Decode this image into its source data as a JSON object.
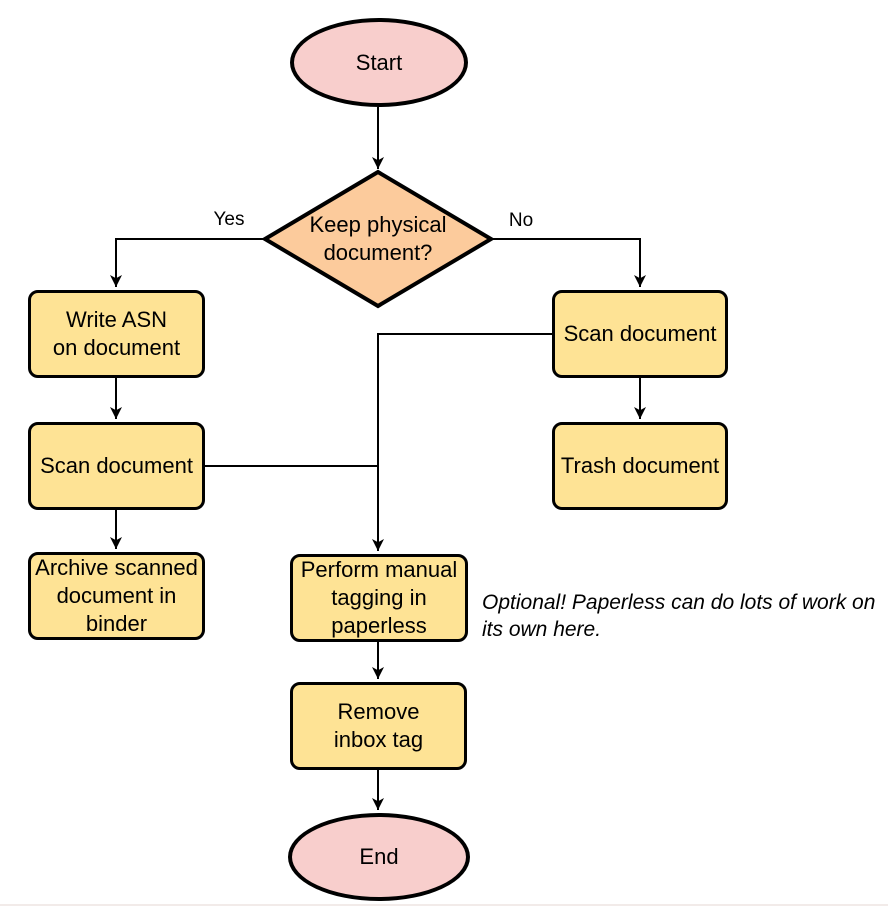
{
  "diagram": {
    "nodes": {
      "start": {
        "label": "Start",
        "type": "terminator"
      },
      "decision": {
        "label": "Keep physical\ndocument?",
        "type": "decision"
      },
      "write_asn": {
        "label": "Write ASN\non document",
        "type": "process"
      },
      "scan_left": {
        "label": "Scan document",
        "type": "process"
      },
      "archive": {
        "label": "Archive scanned\ndocument in\nbinder",
        "type": "process"
      },
      "scan_right": {
        "label": "Scan document",
        "type": "process"
      },
      "trash": {
        "label": "Trash document",
        "type": "process"
      },
      "perform_tagging": {
        "label": "Perform manual\ntagging in\npaperless",
        "type": "process"
      },
      "remove_inbox": {
        "label": "Remove\ninbox tag",
        "type": "process"
      },
      "end": {
        "label": "End",
        "type": "terminator"
      }
    },
    "edge_labels": {
      "yes": "Yes",
      "no": "No"
    },
    "annotation": "Optional! Paperless can do lots of work on\nits own here.",
    "colors": {
      "terminator_fill": "#F8CECC",
      "decision_fill": "#FCCB9C",
      "process_fill": "#FEE395",
      "stroke": "#000000"
    }
  }
}
